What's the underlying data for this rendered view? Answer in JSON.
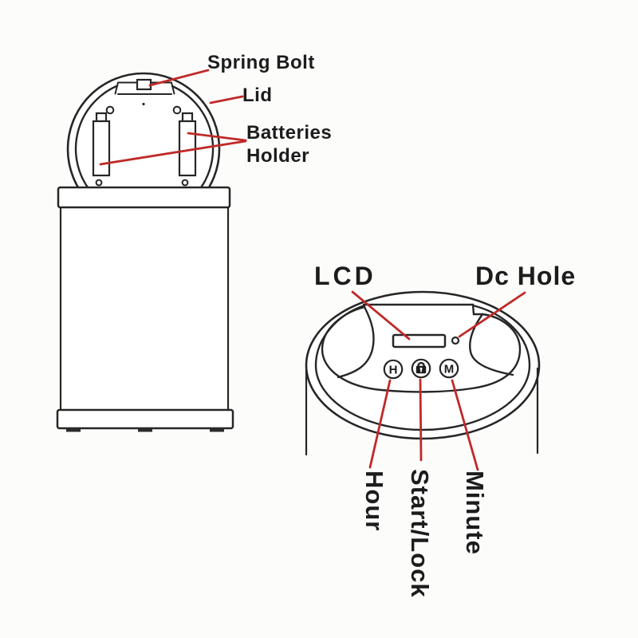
{
  "figure": {
    "side_view": {
      "labels": {
        "spring_bolt": "Spring Bolt",
        "lid": "Lid",
        "batteries_line1": "Batteries",
        "batteries_line2": "Holder"
      }
    },
    "top_view": {
      "labels": {
        "lcd": "LCD",
        "dc_hole": "Dc Hole",
        "hour": "Hour",
        "start_lock": "Start/Lock",
        "minute": "Minute"
      },
      "buttons": {
        "hour_button": "H",
        "minute_button": "M",
        "lock_button_icon": "padlock"
      }
    },
    "colors": {
      "line": "#262626",
      "leader_line": "#bf2a28",
      "background": "#fcfcfb",
      "text": "#1c1c1c"
    }
  }
}
